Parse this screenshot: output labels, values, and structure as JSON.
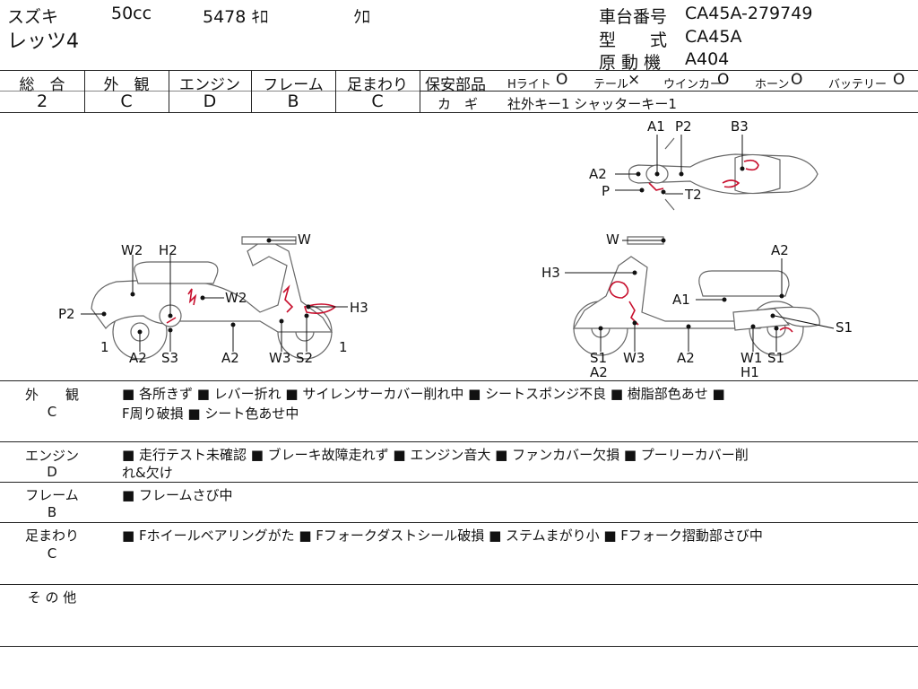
{
  "header": {
    "maker": "スズキ",
    "cc": "50cc",
    "mileage": "5478 ｷﾛ",
    "color": "ｸﾛ",
    "model_name": "レッツ4",
    "chassis_label": "車台番号",
    "chassis_value": "CA45A-279749",
    "type_label": "型　　式",
    "type_value": "CA45A",
    "engine_label": "原 動 機",
    "engine_value": "A404"
  },
  "grades": [
    {
      "label": "総　合",
      "value": "2"
    },
    {
      "label": "外　観",
      "value": "C"
    },
    {
      "label": "エンジン",
      "value": "D"
    },
    {
      "label": "フレーム",
      "value": "B"
    },
    {
      "label": "足まわり",
      "value": "C"
    }
  ],
  "safety": {
    "label": "保安部品",
    "items": [
      {
        "name": "Hライト",
        "mark": "O"
      },
      {
        "name": "テール",
        "mark": "×"
      },
      {
        "name": "ウインカー",
        "mark": "O"
      },
      {
        "name": "ホーン",
        "mark": "O"
      },
      {
        "name": "バッテリー",
        "mark": "O"
      }
    ],
    "key_label": "カ　ギ",
    "key_value": "社外キー1 シャッターキー1"
  },
  "diagram": {
    "top": [
      "A1",
      "P2",
      "B3",
      "A2",
      "P",
      "T2"
    ],
    "left": [
      "W2",
      "H2",
      "W",
      "W2",
      "P2",
      "H3",
      "1",
      "A2",
      "S3",
      "A2",
      "W3",
      "S2",
      "1"
    ],
    "right": [
      "W",
      "A2",
      "H3",
      "A1",
      "S1",
      "S1",
      "W3",
      "A2",
      "W1",
      "S1",
      "A2",
      "H1"
    ]
  },
  "notes": [
    {
      "label": "外　　観",
      "grade": "C",
      "line1": "■ 各所きず ■ レバー折れ ■ サイレンサーカバー削れ中 ■ シートスポンジ不良 ■ 樹脂部色あせ ■",
      "line2": "F周り破損 ■ シート色あせ中"
    },
    {
      "label": "エンジン",
      "grade": "D",
      "line1": "■ 走行テスト未確認 ■ ブレーキ故障走れず ■ エンジン音大 ■ ファンカバー欠損 ■ プーリーカバー削",
      "line2": "れ&欠け"
    },
    {
      "label": "フレーム",
      "grade": "B",
      "line1": "■ フレームさび中",
      "line2": ""
    },
    {
      "label": "足まわり",
      "grade": "C",
      "line1": "■ Fホイールベアリングがた ■ Fフォークダストシール破損 ■ ステムまがり小 ■ Fフォーク摺動部さび中",
      "line2": ""
    },
    {
      "label": "そ の 他",
      "grade": "",
      "line1": "",
      "line2": ""
    }
  ]
}
